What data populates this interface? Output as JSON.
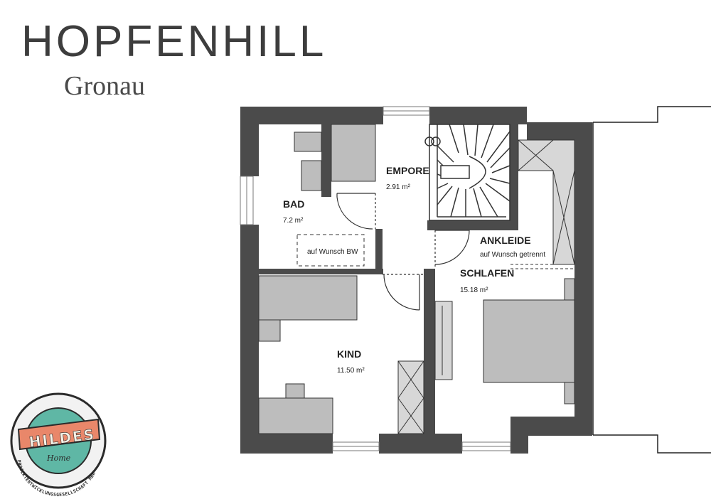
{
  "header": {
    "title": "HOPFENHILL",
    "subtitle": "Gronau"
  },
  "rooms": {
    "bad": {
      "name": "BAD",
      "area": "7.2 m²",
      "note": "auf Wunsch BW"
    },
    "empore": {
      "name": "EMPORE",
      "area": "2.91 m²"
    },
    "ankleide": {
      "name": "ANKLEIDE",
      "note": "auf Wunsch getrennt"
    },
    "schlafen": {
      "name": "SCHLAFEN",
      "area": "15.18 m²"
    },
    "kind": {
      "name": "KIND",
      "area": "11.50 m²"
    }
  },
  "logo": {
    "brand": "HILDES",
    "script": "Home",
    "ring_text": "PROJEKTENTWICKLUNGSGESELLSCHAFT MBH",
    "colors": {
      "ring": "#f2f2f2",
      "inner": "#5fb7a5",
      "banner": "#e9876a",
      "text": "#2b2b2b"
    }
  },
  "colors": {
    "wall": "#4b4b4b",
    "furniture": "#bdbdbd",
    "furniture_light": "#d7d7d7"
  }
}
